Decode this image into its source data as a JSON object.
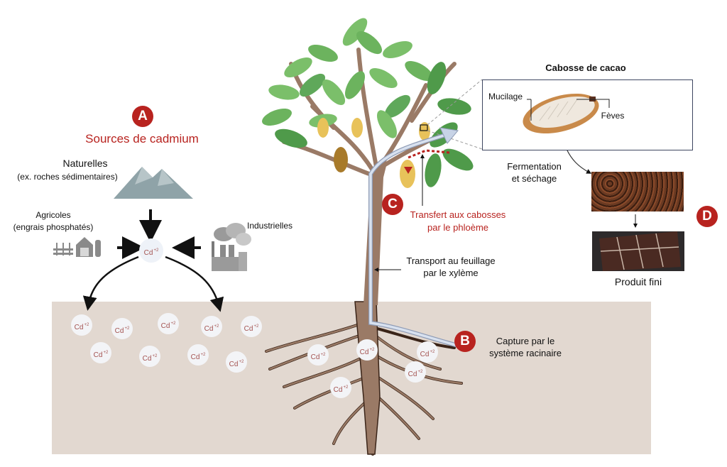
{
  "section_a": {
    "badge": "A",
    "title": "Sources de cadmium",
    "natural": {
      "label": "Naturelles",
      "sublabel": "(ex. roches sédimentaires)",
      "icon": "mountain-icon"
    },
    "agricultural": {
      "label": "Agricoles",
      "sublabel": "(engrais phosphatés)",
      "icon": "farm-icon"
    },
    "industrial": {
      "label": "Industrielles",
      "icon": "factory-icon"
    },
    "ion": {
      "symbol": "Cd",
      "charge": "+2"
    }
  },
  "soil_ions": [
    {
      "symbol": "Cd",
      "charge": "+2"
    },
    {
      "symbol": "Cd",
      "charge": "+2"
    },
    {
      "symbol": "Cd",
      "charge": "+2"
    },
    {
      "symbol": "Cd",
      "charge": "+2"
    },
    {
      "symbol": "Cd",
      "charge": "+2"
    },
    {
      "symbol": "Cd",
      "charge": "+2"
    },
    {
      "symbol": "Cd",
      "charge": "+2"
    },
    {
      "symbol": "Cd",
      "charge": "+2"
    },
    {
      "symbol": "Cd",
      "charge": "+2"
    },
    {
      "symbol": "Cd",
      "charge": "+2"
    }
  ],
  "root_ions": [
    {
      "symbol": "Cd",
      "charge": "+2"
    },
    {
      "symbol": "Cd",
      "charge": "+2"
    },
    {
      "symbol": "Cd",
      "charge": "+2"
    },
    {
      "symbol": "Cd",
      "charge": "+2"
    },
    {
      "symbol": "Cd",
      "charge": "+2"
    }
  ],
  "section_b": {
    "badge": "B",
    "label_line1": "Capture par le",
    "label_line2": "système racinaire"
  },
  "section_c": {
    "badge": "C",
    "label_line1": "Transfert aux cabosses",
    "label_line2": "par le phloème",
    "xylem_line1": "Transport au feuillage",
    "xylem_line2": "par le xylème"
  },
  "pod_inset": {
    "title": "Cabosse de cacao",
    "mucilage": "Mucilage",
    "beans": "Fèves"
  },
  "section_d": {
    "badge": "D",
    "process_line1": "Fermentation",
    "process_line2": "et séchage",
    "product": "Produit fini"
  },
  "colors": {
    "accent_red": "#b8231f",
    "soil": "#e2d8d0",
    "trunk": "#9a7a66",
    "leaf": "#5fa85a",
    "xylem": "#c7d3e6"
  }
}
